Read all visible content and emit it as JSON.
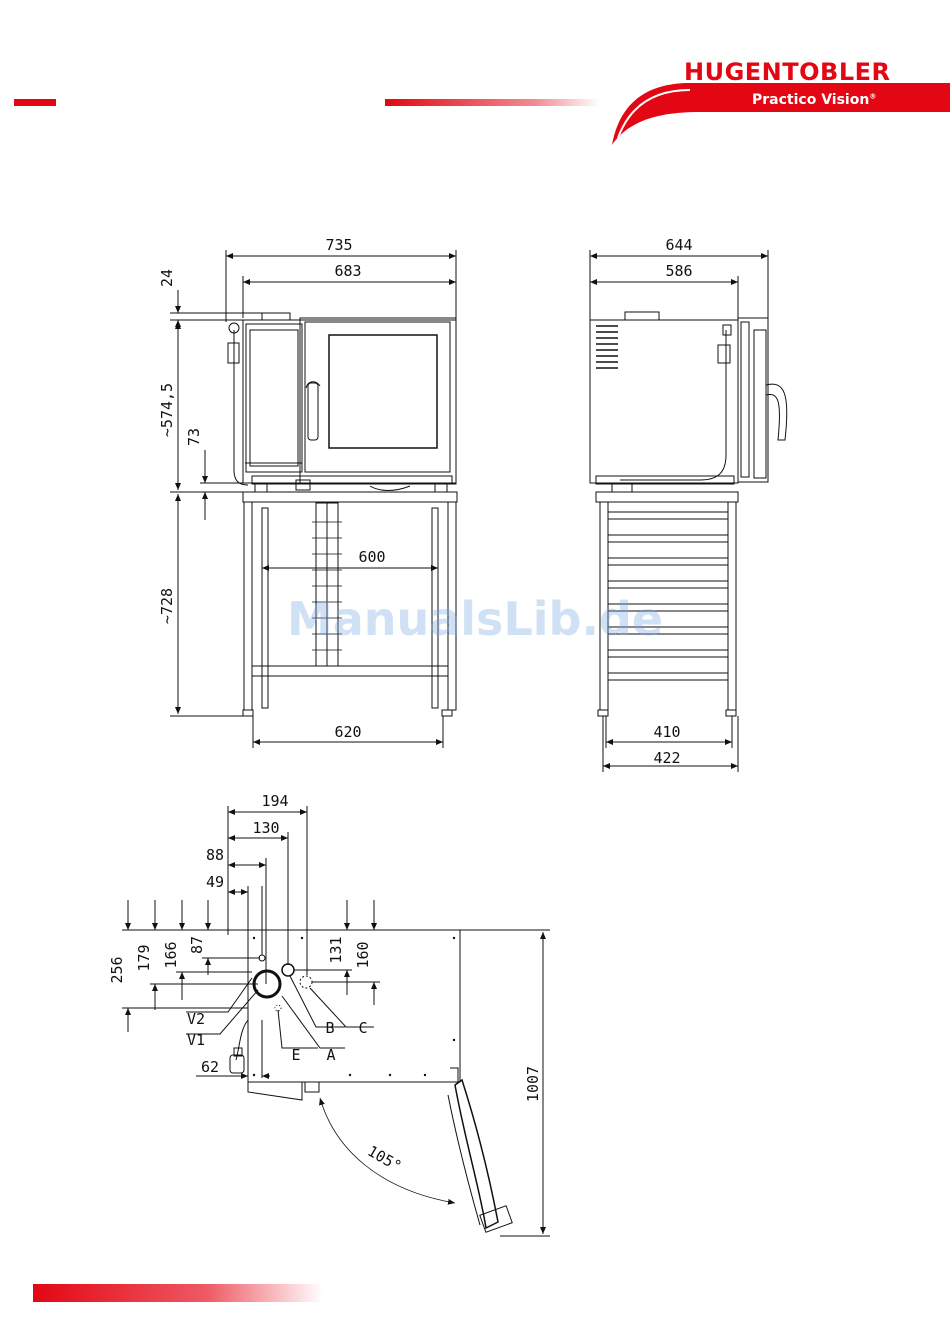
{
  "brand": {
    "name": "HUGENTOBLER",
    "product": "Practico Vision",
    "reg_mark": "®"
  },
  "watermark": "ManualsLib.de",
  "colors": {
    "accent": "#e30613",
    "line": "#111111"
  },
  "front_view": {
    "dims": {
      "overall_width": "735",
      "body_width": "683",
      "top_offset": "24",
      "body_height": "~574,5",
      "foot_height": "73",
      "stand_height": "~728",
      "shelf_width": "600",
      "stand_width": "620"
    }
  },
  "side_view": {
    "dims": {
      "overall_depth": "644",
      "body_depth": "586",
      "stand_inner": "410",
      "stand_outer": "422"
    }
  },
  "top_view": {
    "dims": {
      "d194": "194",
      "d130": "130",
      "d88": "88",
      "d49": "49",
      "d256": "256",
      "d179": "179",
      "d166": "166",
      "d87": "87",
      "d131": "131",
      "d160": "160",
      "d62": "62",
      "d1007": "1007",
      "angle": "105°"
    },
    "labels": {
      "v2": "V2",
      "v1": "V1",
      "e": "E",
      "a": "A",
      "b": "B",
      "c": "C"
    }
  }
}
